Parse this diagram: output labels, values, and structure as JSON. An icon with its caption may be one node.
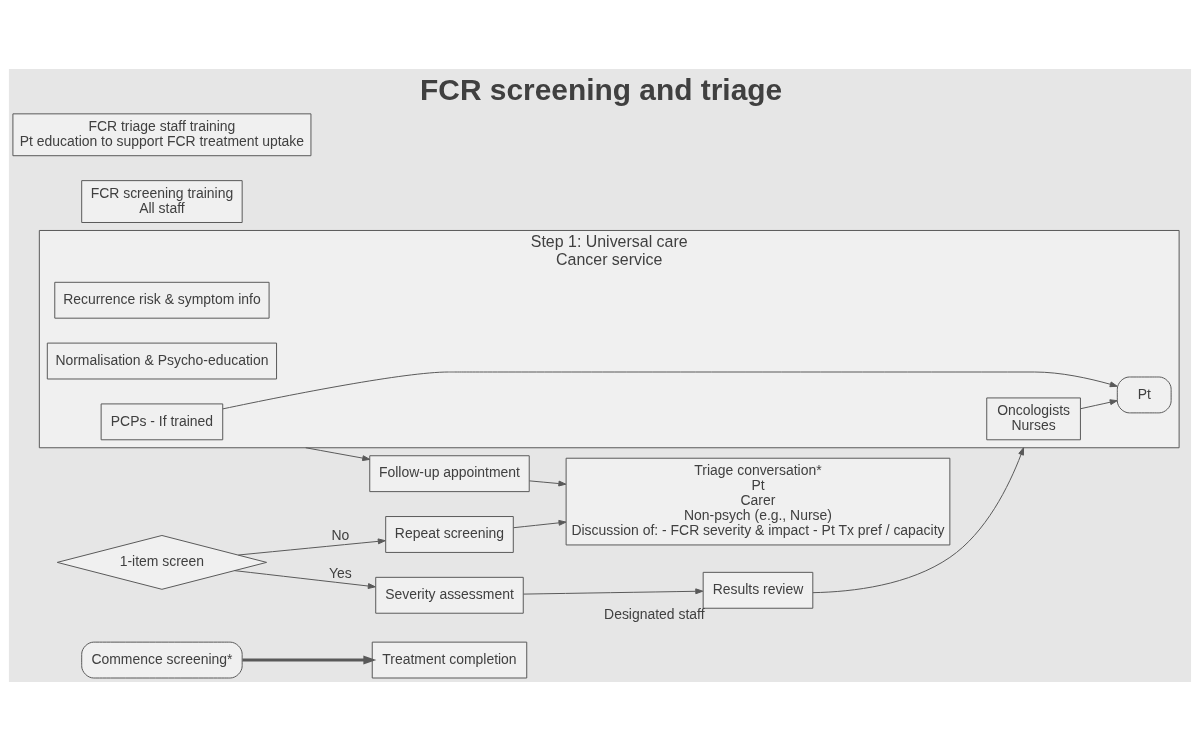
{
  "diagram": {
    "title": "FCR screening and triage",
    "nodes": [
      {
        "text": [
          "Commence screening*"
        ]
      },
      {
        "text": [
          "Treatment completion"
        ]
      },
      {
        "text": [
          "1-item screen"
        ]
      },
      {
        "text": [
          "Severity assessment"
        ]
      },
      {
        "text": [
          "Results review"
        ],
        "beside": [
          "Designated staff"
        ]
      },
      {
        "text": [
          "Step 1: Universal care",
          "Cancer service"
        ]
      },
      {
        "text": [
          "Oncologists",
          "Nurses"
        ],
        "in": 5
      },
      {
        "text": [
          "Recurrence risk & symptom info"
        ],
        "in": 5
      },
      {
        "text": [
          "Normalisation & Psycho-education"
        ],
        "in": 5
      },
      {
        "text": [
          "Pt"
        ],
        "in": 5
      },
      {
        "text": [
          "PCPs - If trained"
        ],
        "in": 5
      },
      {
        "text": [
          "Follow-up appointment"
        ]
      },
      {
        "text": [
          "Repeat screening"
        ]
      },
      {
        "text": [
          "Triage conversation*",
          "Pt",
          "Carer",
          "Non-psych (e.g., Nurse)",
          "Discussion of: - FCR severity & impact - Pt Tx pref / capacity"
        ]
      },
      {
        "text": [
          "FCR screening training",
          "All staff"
        ]
      },
      {
        "text": [
          "FCR triage staff training",
          "Pt education to support FCR treatment uptake"
        ]
      }
    ],
    "edges": [
      {
        "from": 0,
        "to": 1,
        "arrow": "to",
        "style": "thick"
      },
      {
        "from": 2,
        "to": 12,
        "arrow": "to",
        "label": "No"
      },
      {
        "from": 2,
        "to": 3,
        "arrow": "to",
        "label": "Yes"
      },
      {
        "from": 3,
        "to": 4,
        "arrow": "to"
      },
      {
        "from": 4,
        "to": 5,
        "arrow": "to"
      },
      {
        "from": 6,
        "to": 9,
        "arrow": "to"
      },
      {
        "from": 10,
        "to": 9,
        "arrow": "to"
      },
      {
        "from": 5,
        "to": 11,
        "arrow": "to"
      },
      {
        "from": 11,
        "to": 13,
        "arrow": "to"
      },
      {
        "from": 12,
        "to": 13,
        "arrow": "to"
      }
    ]
  }
}
